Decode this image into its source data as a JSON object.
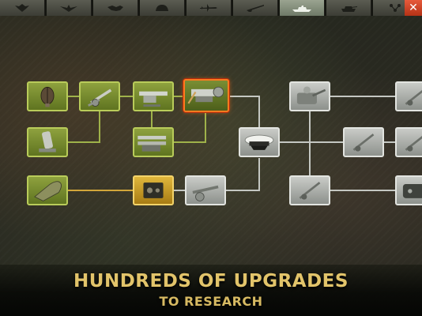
{
  "tabs": [
    {
      "icon": "eagle-emblem-icon",
      "active": false
    },
    {
      "icon": "eagle-wings-icon",
      "active": false
    },
    {
      "icon": "handshake-icon",
      "active": false
    },
    {
      "icon": "helmet-icon",
      "active": false
    },
    {
      "icon": "fighter-plane-icon",
      "active": false
    },
    {
      "icon": "rifle-icon",
      "active": false
    },
    {
      "icon": "warship-icon",
      "active": true
    },
    {
      "icon": "tank-icon",
      "active": false
    },
    {
      "icon": "network-icon",
      "active": false
    }
  ],
  "close_icon": "close-icon",
  "tech_tree": {
    "nodes": [
      {
        "id": "n1",
        "icon": "mortar-shell-icon",
        "state": "researched"
      },
      {
        "id": "n2",
        "icon": "artillery-gun-icon",
        "state": "researched"
      },
      {
        "id": "n3",
        "icon": "heavy-cannon-icon",
        "state": "researched"
      },
      {
        "id": "n4",
        "icon": "field-howitzer-icon",
        "state": "selected"
      },
      {
        "id": "n5",
        "icon": "naval-turret-icon",
        "state": "locked"
      },
      {
        "id": "n6",
        "icon": "antiair-gun-icon",
        "state": "locked"
      },
      {
        "id": "n7",
        "icon": "mortar-tube-icon",
        "state": "researched"
      },
      {
        "id": "n8",
        "icon": "twin-cannon-icon",
        "state": "researched"
      },
      {
        "id": "n9",
        "icon": "officer-cap-icon",
        "state": "locked"
      },
      {
        "id": "n10",
        "icon": "antiair-gun-icon",
        "state": "locked"
      },
      {
        "id": "n11",
        "icon": "antiair-gun-icon",
        "state": "locked"
      },
      {
        "id": "n12",
        "icon": "shell-icon",
        "state": "researched"
      },
      {
        "id": "n13",
        "icon": "radio-device-icon",
        "state": "in-progress"
      },
      {
        "id": "n14",
        "icon": "field-gun-icon",
        "state": "locked"
      },
      {
        "id": "n15",
        "icon": "antiair-gun-icon",
        "state": "locked"
      },
      {
        "id": "n16",
        "icon": "bunker-gun-icon",
        "state": "locked"
      }
    ]
  },
  "banner": {
    "line1": "HUNDREDS OF UPGRADES",
    "line2": "TO RESEARCH"
  },
  "colors": {
    "researched": "#8ea13e",
    "locked": "#b8bbb6",
    "in_progress": "#e0b63c",
    "selected_border": "#ff7a1f",
    "banner_text": "#e2c46a"
  }
}
